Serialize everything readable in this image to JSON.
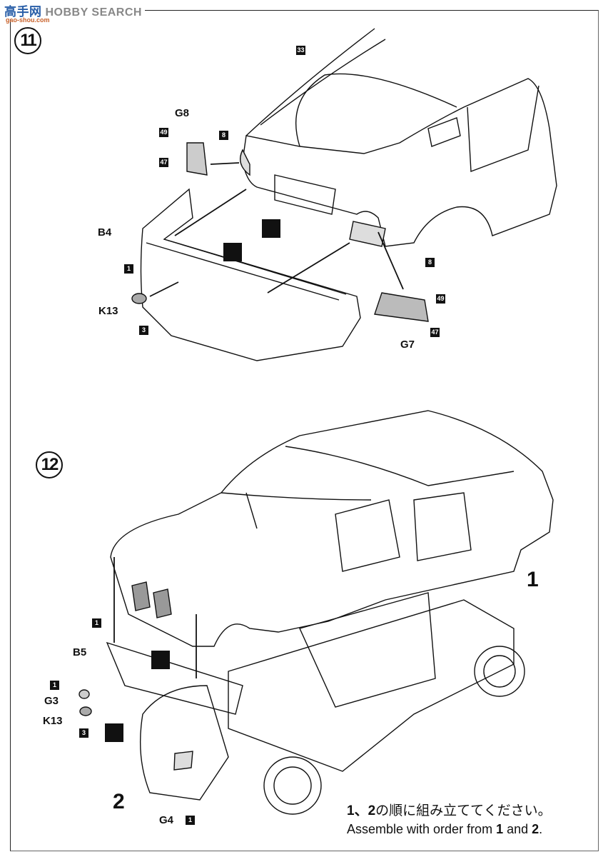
{
  "watermark": {
    "brand": "HOBBY SEARCH",
    "site_cn": "高手网",
    "site_url": "gao-shou.com"
  },
  "steps": [
    {
      "number": "11",
      "labels": {
        "G8": "G8",
        "B4": "B4",
        "K13": "K13",
        "G7": "G7"
      },
      "color_codes": {
        "c33": "33",
        "c8a": "8",
        "c49a": "49",
        "c47a": "47",
        "c1": "1",
        "c3": "3",
        "c8b": "8",
        "c49b": "49",
        "c47b": "47"
      },
      "icons": [
        "glue-icon",
        "paint-icon"
      ]
    },
    {
      "number": "12",
      "labels": {
        "B5": "B5",
        "G3": "G3",
        "K13": "K13",
        "G4": "G4"
      },
      "color_codes": {
        "c1a": "1",
        "c1b": "1",
        "c3": "3",
        "c1c": "1"
      },
      "order_markers": [
        "1",
        "2"
      ],
      "icons": [
        "glue-icon",
        "paint-icon"
      ]
    }
  ],
  "note": {
    "jp_prefix": "1、2",
    "jp_text": "の順に組み立ててください。",
    "en_prefix": "Assemble with order from ",
    "en_one": "1",
    "en_and": " and ",
    "en_two": "2",
    "en_period": "."
  }
}
